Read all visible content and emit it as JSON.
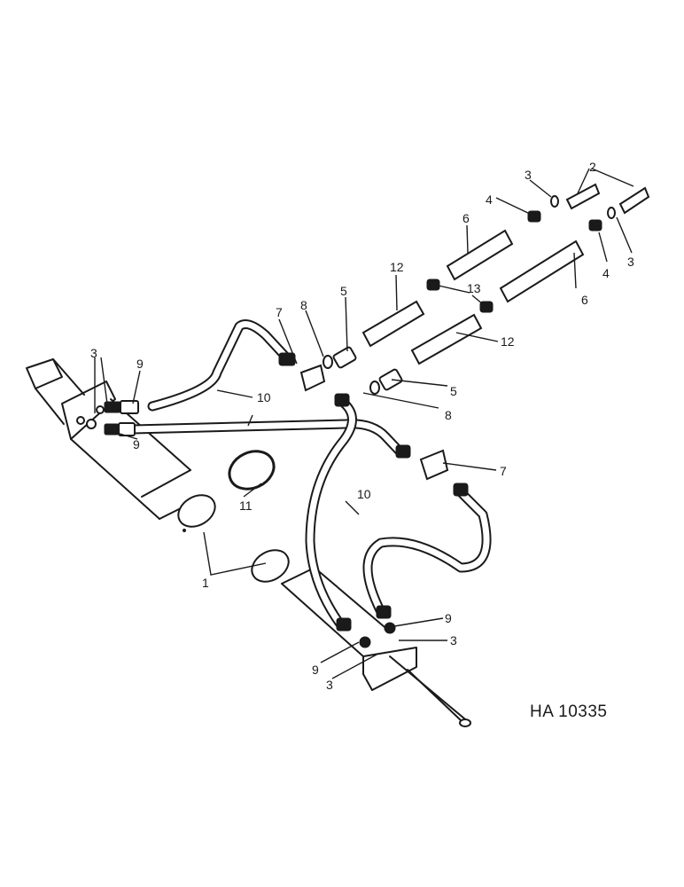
{
  "drawing": {
    "code": "HA 10335",
    "callouts": [
      {
        "id": "c1",
        "text": "1"
      },
      {
        "id": "c2",
        "text": "2"
      },
      {
        "id": "c3a",
        "text": "3"
      },
      {
        "id": "c3b",
        "text": "3"
      },
      {
        "id": "c3c",
        "text": "3"
      },
      {
        "id": "c3d",
        "text": "3"
      },
      {
        "id": "c3e",
        "text": "3"
      },
      {
        "id": "c4a",
        "text": "4"
      },
      {
        "id": "c4b",
        "text": "4"
      },
      {
        "id": "c5a",
        "text": "5"
      },
      {
        "id": "c5b",
        "text": "5"
      },
      {
        "id": "c6a",
        "text": "6"
      },
      {
        "id": "c6b",
        "text": "6"
      },
      {
        "id": "c7a",
        "text": "7"
      },
      {
        "id": "c7b",
        "text": "7"
      },
      {
        "id": "c8a",
        "text": "8"
      },
      {
        "id": "c8b",
        "text": "8"
      },
      {
        "id": "c9a",
        "text": "9"
      },
      {
        "id": "c9b",
        "text": "9"
      },
      {
        "id": "c9c",
        "text": "9"
      },
      {
        "id": "c9d",
        "text": "9"
      },
      {
        "id": "c10a",
        "text": "10"
      },
      {
        "id": "c10b",
        "text": "10"
      },
      {
        "id": "c11",
        "text": "11"
      },
      {
        "id": "c12a",
        "text": "12"
      },
      {
        "id": "c12b",
        "text": "12"
      },
      {
        "id": "c13",
        "text": "13"
      }
    ]
  }
}
